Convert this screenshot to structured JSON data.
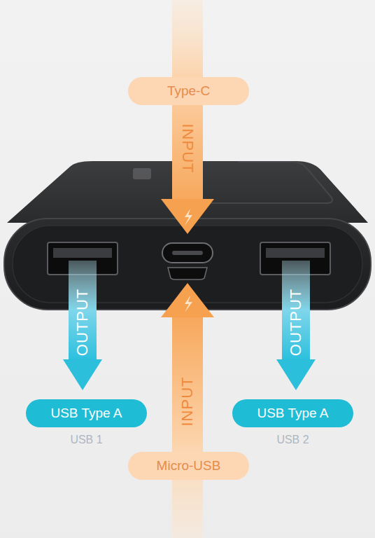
{
  "diagram": {
    "nodes": [
      {
        "text": [
          "Type-C"
        ]
      },
      {
        "text": [
          "USB Type A",
          "USB 1"
        ]
      },
      {
        "text": [
          "USB Type A",
          "USB 2"
        ]
      },
      {
        "text": [
          "Micro-USB"
        ]
      }
    ],
    "labels": [
      "INPUT",
      "OUTPUT",
      "OUTPUT",
      "INPUT"
    ]
  }
}
